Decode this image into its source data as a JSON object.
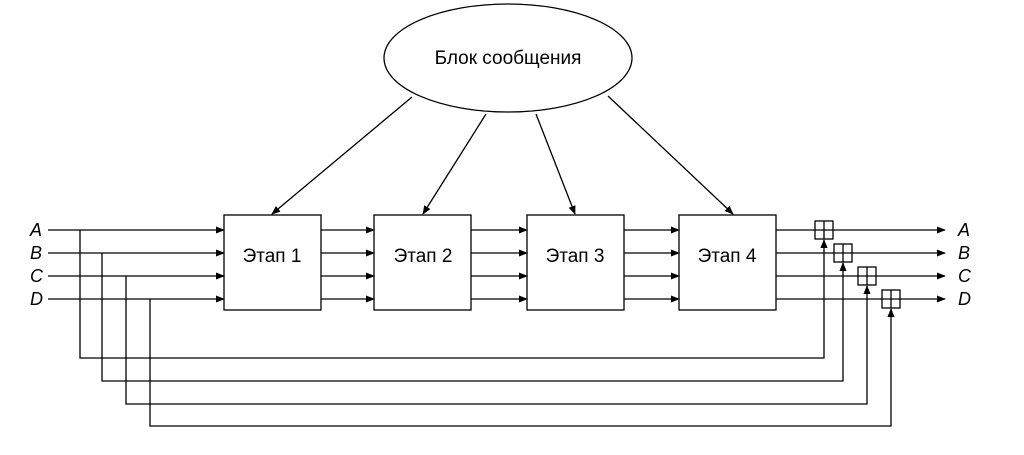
{
  "message_block": {
    "label": "Блок сообщения"
  },
  "stages": [
    {
      "label": "Этап 1"
    },
    {
      "label": "Этап 2"
    },
    {
      "label": "Этап 3"
    },
    {
      "label": "Этап 4"
    }
  ],
  "inputs": [
    "A",
    "B",
    "C",
    "D"
  ],
  "outputs": [
    "A",
    "B",
    "C",
    "D"
  ],
  "colors": {
    "stroke": "#000000",
    "background": "#ffffff"
  }
}
